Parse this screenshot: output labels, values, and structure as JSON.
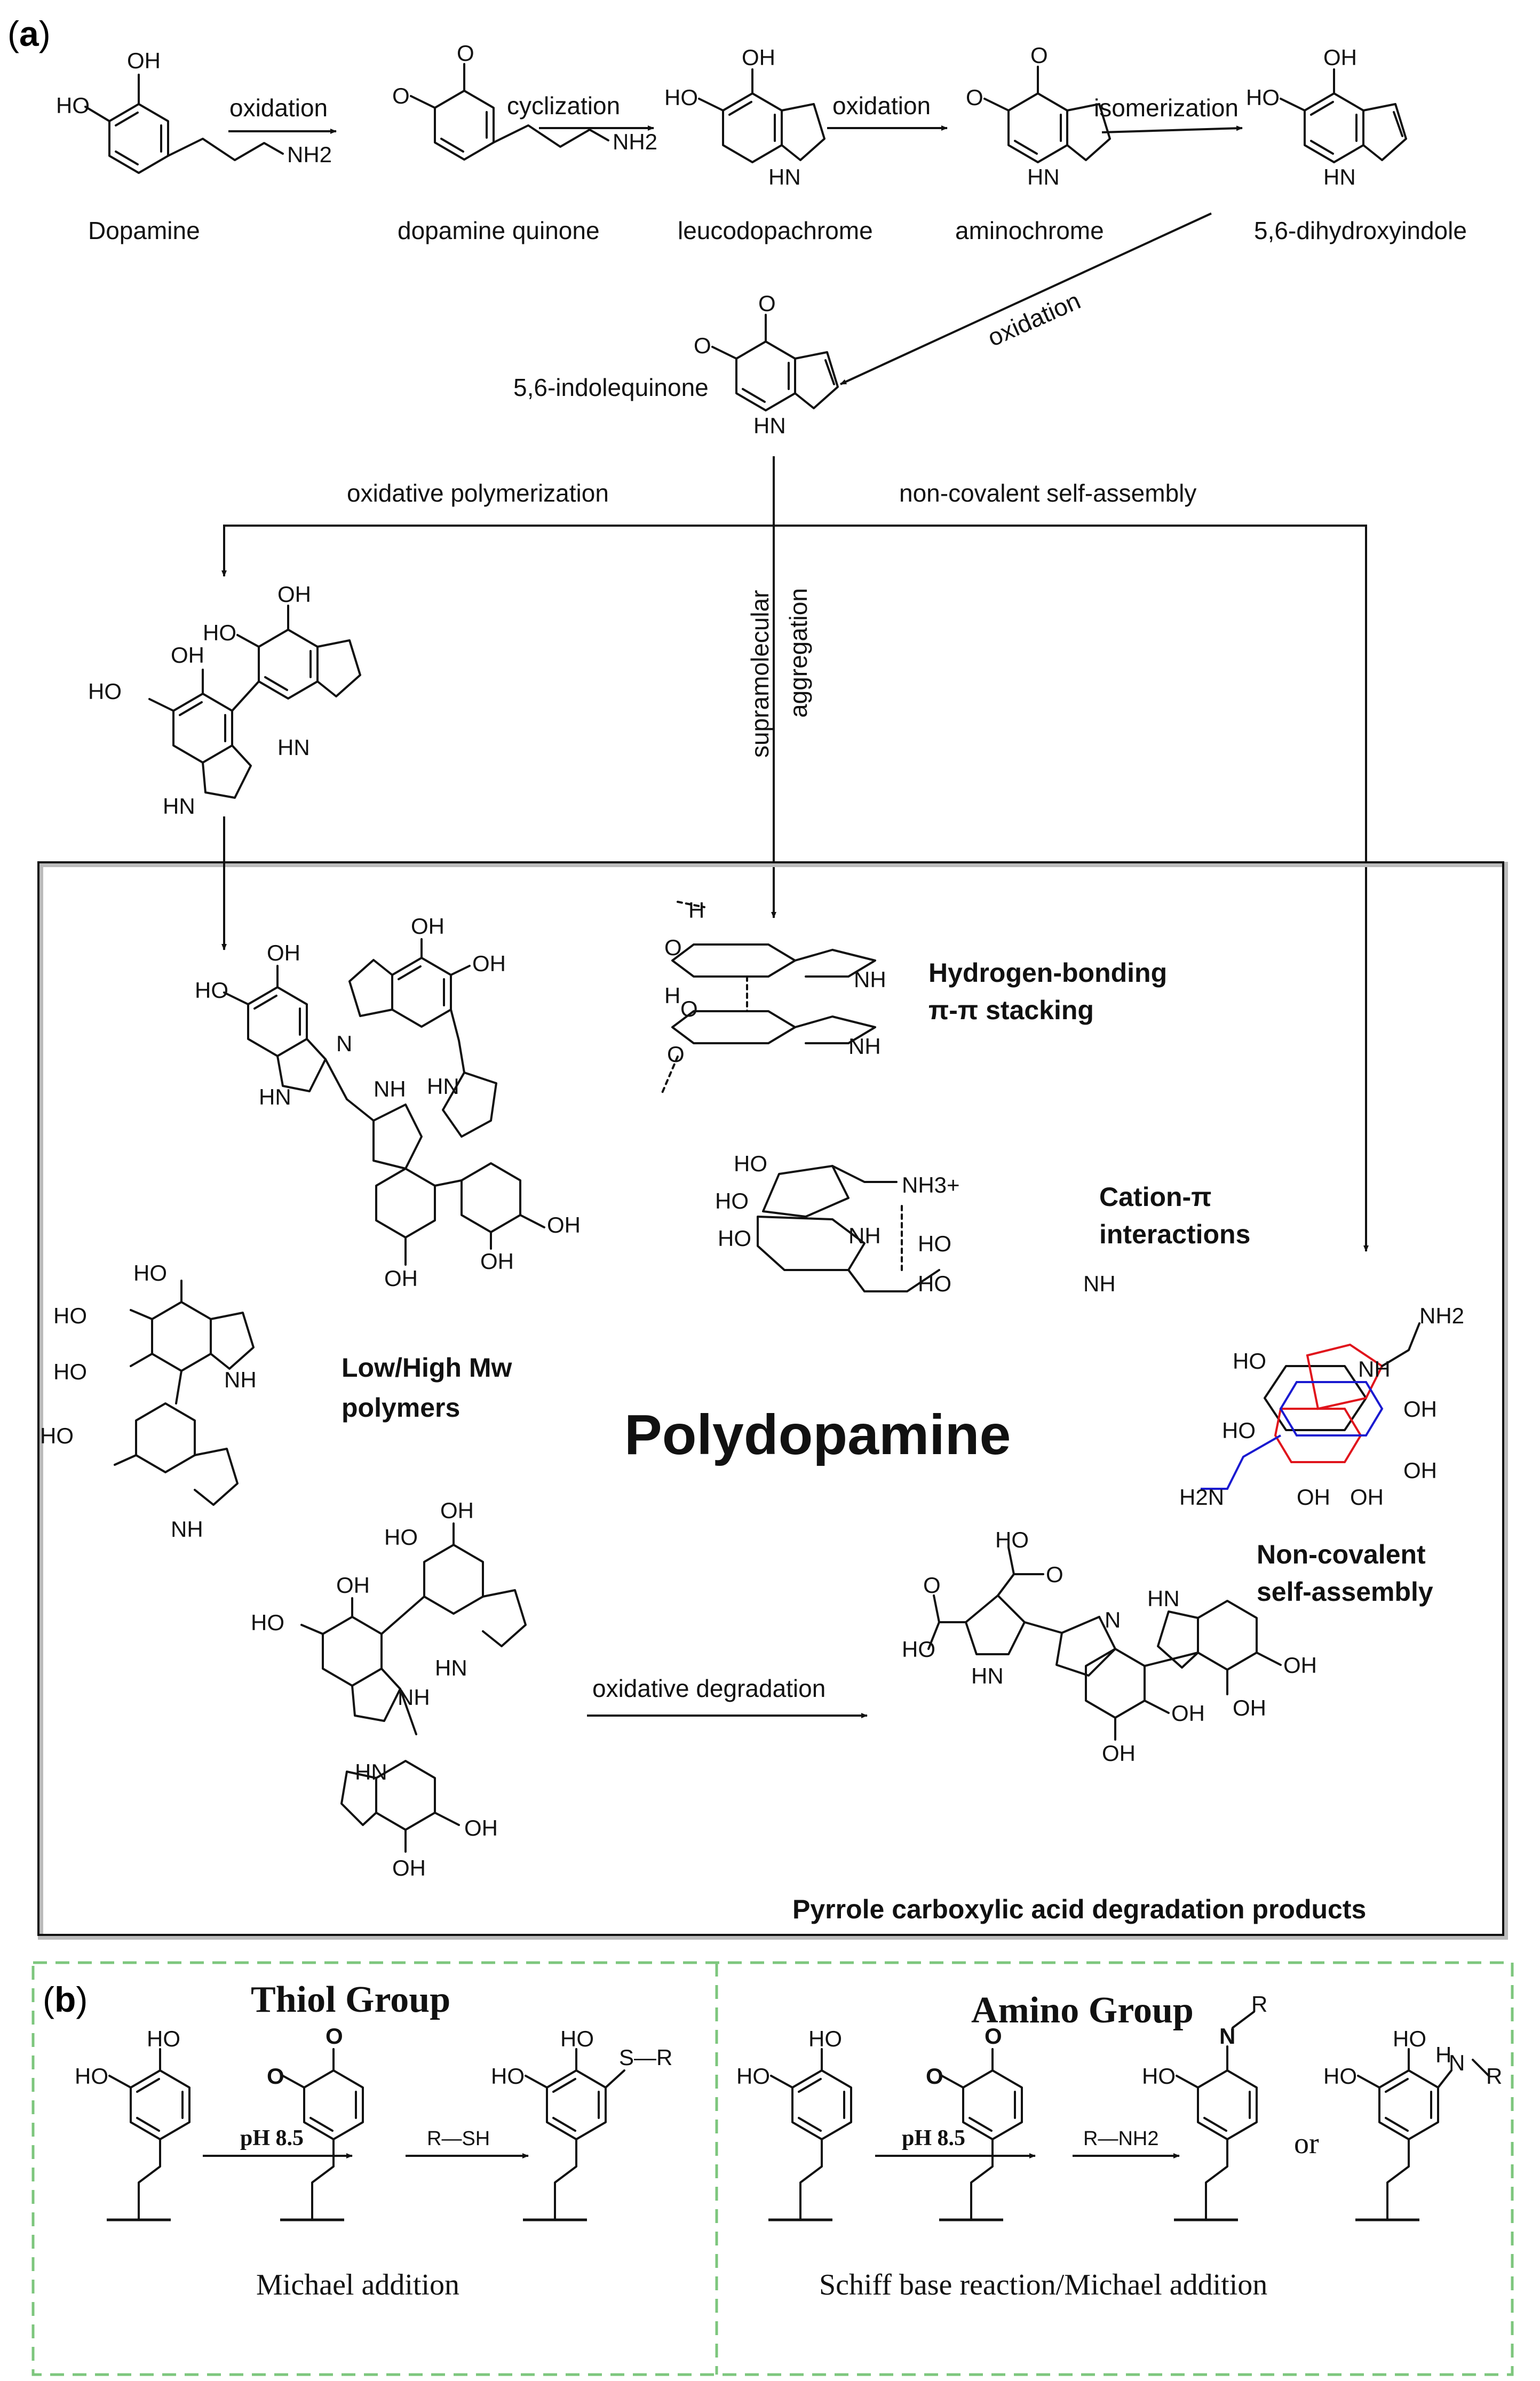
{
  "panel_a": {
    "label_open": "(",
    "label_letter": "a",
    "label_close": ")",
    "molecules": {
      "dopamine": "Dopamine",
      "dopamine_quinone": "dopamine quinone",
      "leucodopachrome": "leucodopachrome",
      "aminochrome": "aminochrome",
      "dihydroxyindole": "5,6-dihydroxyindole",
      "indolequinone": "5,6-indolequinone"
    },
    "steps": {
      "oxidation1": "oxidation",
      "cyclization": "cyclization",
      "oxidation2": "oxidation",
      "isomerization": "isomerization",
      "oxidation3": "oxidation",
      "oxidative_polymerization": "oxidative polymerization",
      "noncovalent": "non-covalent self-assembly",
      "supramolecular": "supramolecular",
      "aggregation": "aggregation",
      "oxidative_degradation": "oxidative degradation"
    },
    "box": {
      "title": "Polydopamine",
      "hbond": "Hydrogen-bonding",
      "pistack": "π-π stacking",
      "cation1": "Cation-π",
      "cation2": "interactions",
      "mw1": "Low/High Mw",
      "mw2": "polymers",
      "selfasm1": "Non-covalent",
      "selfasm2": "self-assembly",
      "pyrrole": "Pyrrole carboxylic acid degradation products"
    },
    "atoms": {
      "oh": "OH",
      "ho": "HO",
      "o": "O",
      "nh": "NH",
      "hn": "HN",
      "nh2": "NH2",
      "h2n": "H2N",
      "h": "H",
      "n": "N",
      "nh3": "NH3+"
    }
  },
  "panel_b": {
    "label_open": "(",
    "label_letter": "b",
    "label_close": ")",
    "thiol_title": "Thiol Group",
    "amino_title": "Amino Group",
    "ph_left": "pH 8.5",
    "ph_right": "pH 8.5",
    "rsh": "R—SH",
    "rnh2": "R—NH2",
    "sr": "S—R",
    "or": "or",
    "r": "R",
    "michael": "Michael addition",
    "schiff": "Schiff base reaction/Michael addition"
  }
}
